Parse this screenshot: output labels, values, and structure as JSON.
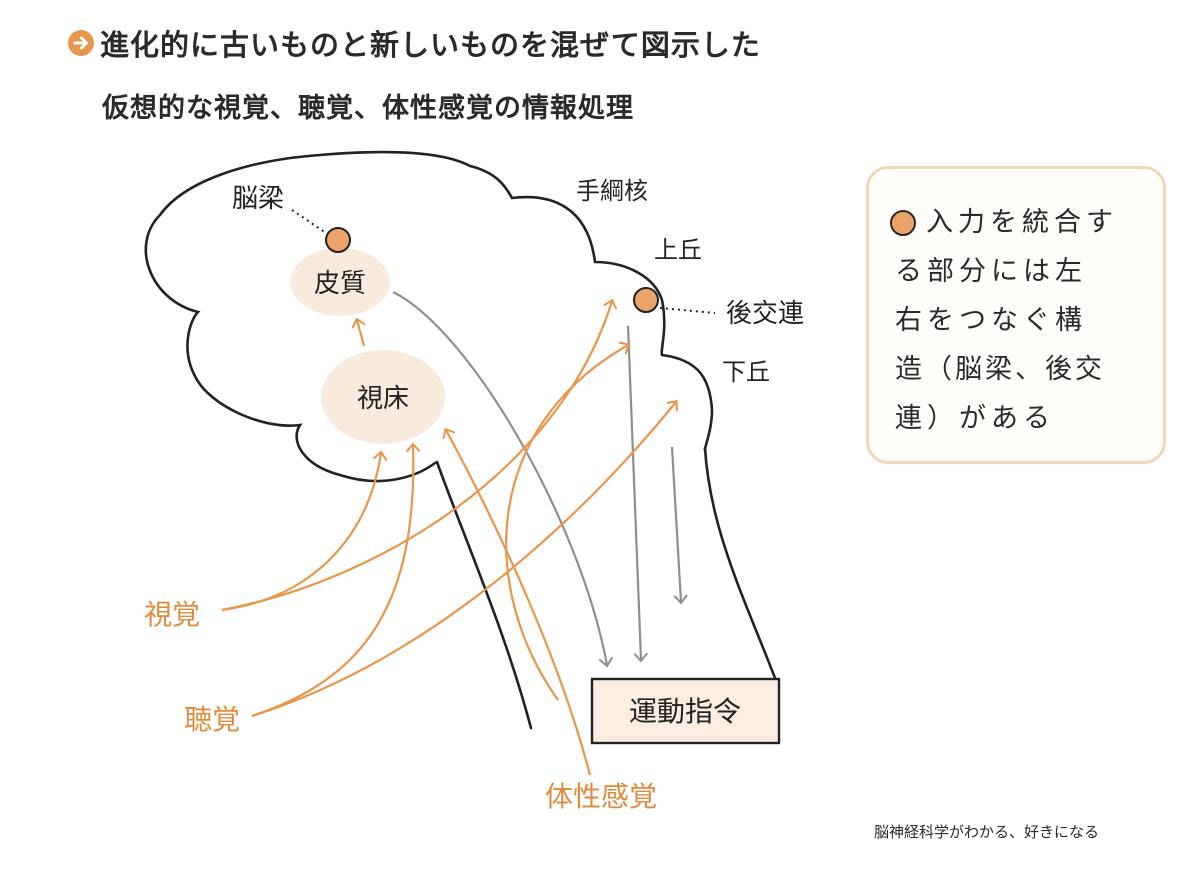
{
  "header": {
    "title": "進化的に古いものと新しいものを混ぜて図示した",
    "subtitle": "仮想的な視覚、聴覚、体性感覚の情報処理"
  },
  "icons": {
    "title_icon": "arrow-right-circle-icon"
  },
  "colors": {
    "accent": "#e8964a",
    "region_fill": "#f9ebdc",
    "dot_fill": "#eaa46a",
    "gray_arrow": "#8f8f8f",
    "box_border": "#f0d7b6"
  },
  "labels": {
    "corpus_callosum": "脳梁",
    "cortex": "皮質",
    "thalamus": "視床",
    "habenula": "手綱核",
    "superior_colliculus": "上丘",
    "posterior_commissure": "後交連",
    "inferior_colliculus": "下丘",
    "vision": "視覚",
    "hearing": "聴覚",
    "somatosensory": "体性感覚",
    "motor_command": "運動指令"
  },
  "note": {
    "lines": [
      "入力を統合す",
      "る部分には左",
      "右をつなぐ構",
      "造（脳梁、後交",
      "連）がある"
    ]
  },
  "credit": "脳神経科学がわかる、好きになる"
}
